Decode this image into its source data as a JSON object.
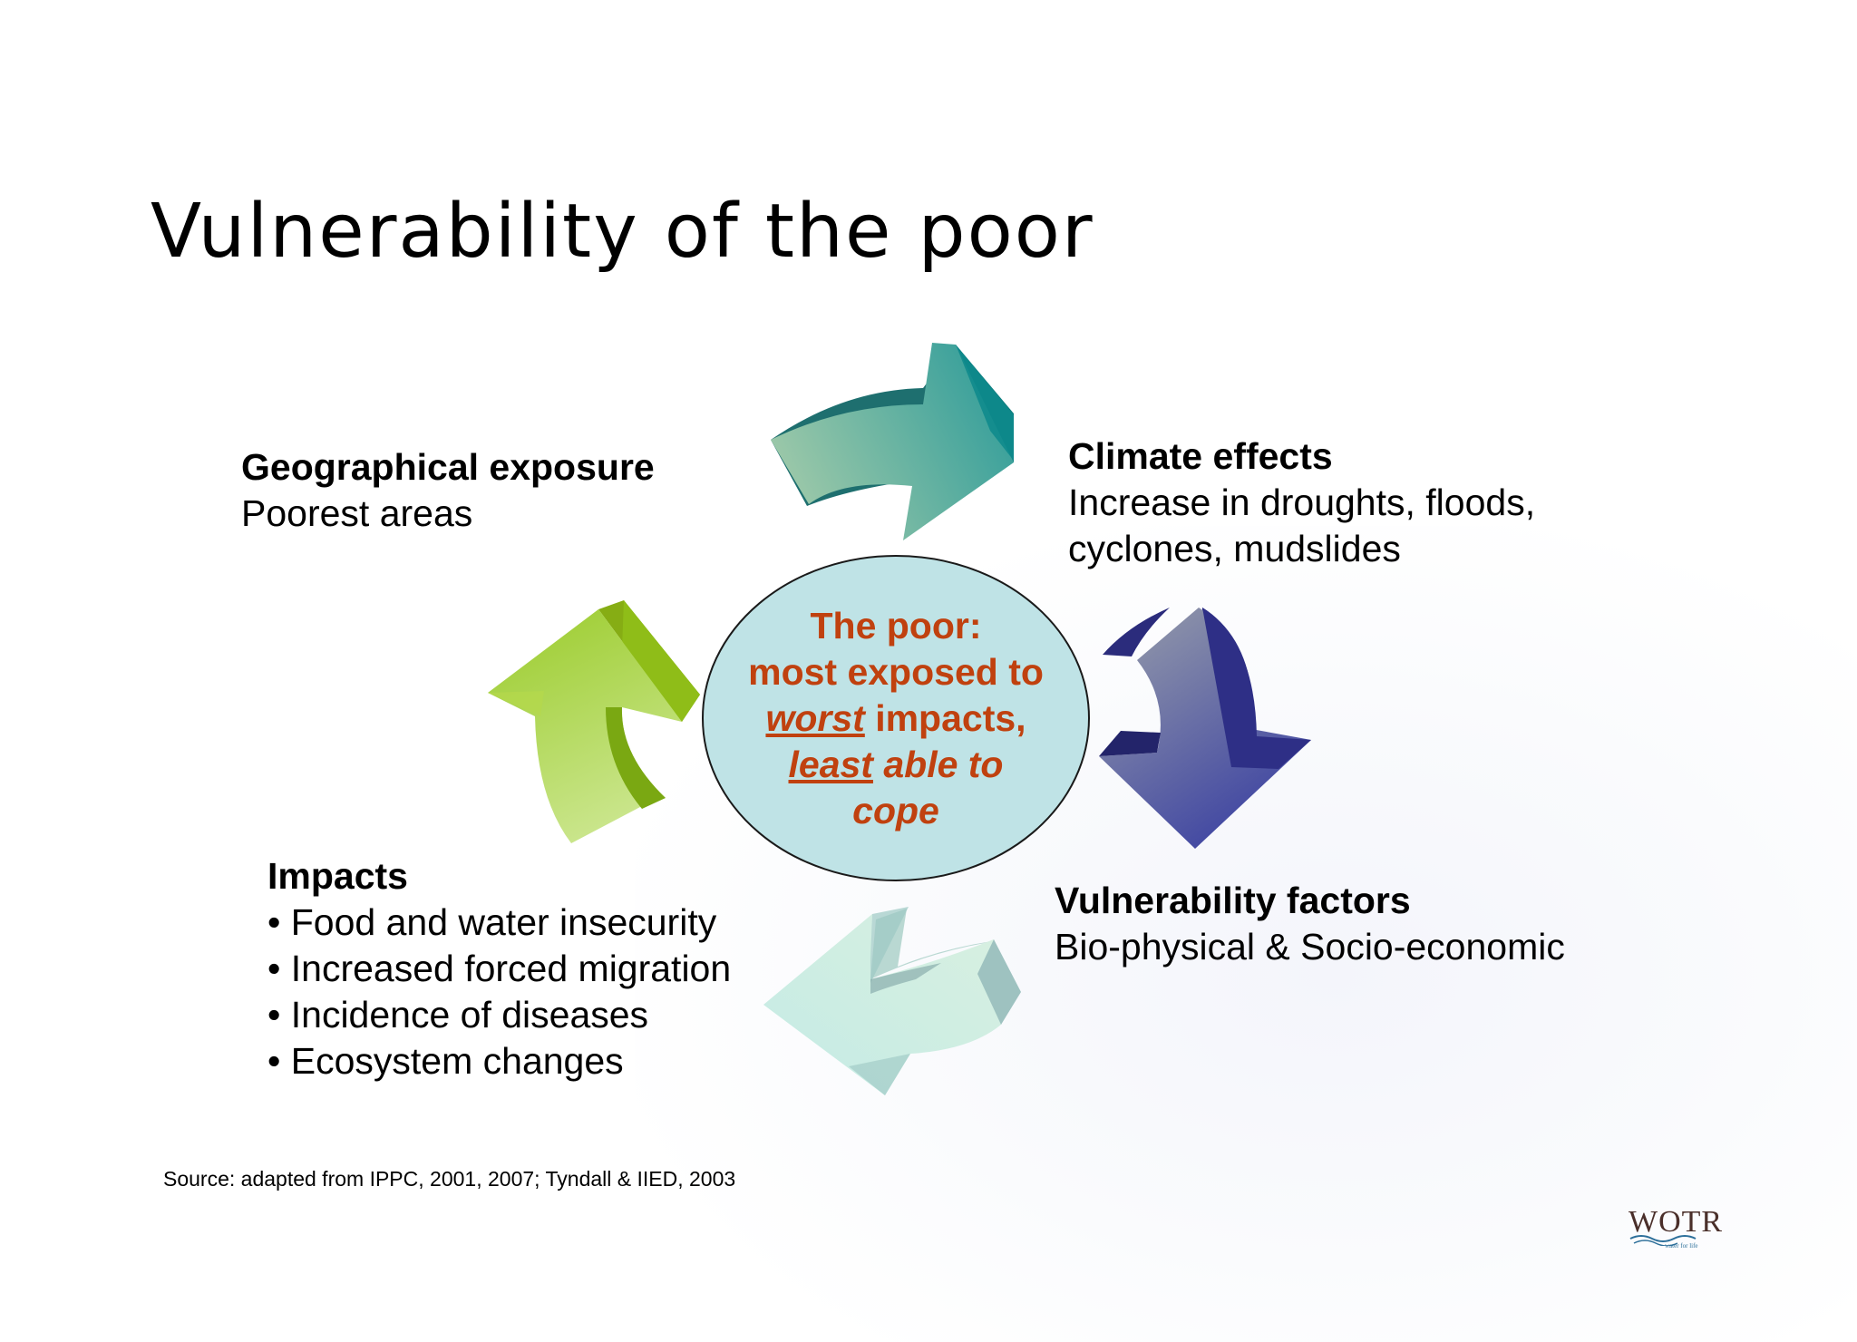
{
  "title": "Vulnerability of the poor",
  "diagram": {
    "nodes": {
      "geographical": {
        "heading": "Geographical exposure",
        "text": "Poorest areas"
      },
      "climate": {
        "heading": "Climate effects",
        "lines": [
          "Increase in droughts, floods,",
          "cyclones, mudslides"
        ]
      },
      "vulnerability": {
        "heading": "Vulnerability factors",
        "text": "Bio-physical & Socio-economic"
      },
      "impacts": {
        "heading": "Impacts",
        "bullets": [
          "Food and water insecurity",
          "Increased forced migration",
          "Incidence of diseases",
          "Ecosystem changes"
        ]
      }
    },
    "center": {
      "line1": "The poor:",
      "line2": "most exposed to",
      "worst": "worst",
      "impacts": " impacts,",
      "least": "least",
      "able": " able to",
      "cope": "cope"
    },
    "arrows": [
      {
        "name": "arrow-geographical-to-climate",
        "color": "#2a9a9a"
      },
      {
        "name": "arrow-climate-to-vulnerability",
        "color": "#2e2f8a"
      },
      {
        "name": "arrow-vulnerability-to-impacts",
        "color": "#a9dcd8"
      },
      {
        "name": "arrow-impacts-to-geographical",
        "color": "#8cbf1f"
      }
    ]
  },
  "source": "Source: adapted from IPPC, 2001, 2007; Tyndall & IIED, 2003",
  "logo": {
    "text": "WOTR",
    "tagline": "water for life"
  }
}
